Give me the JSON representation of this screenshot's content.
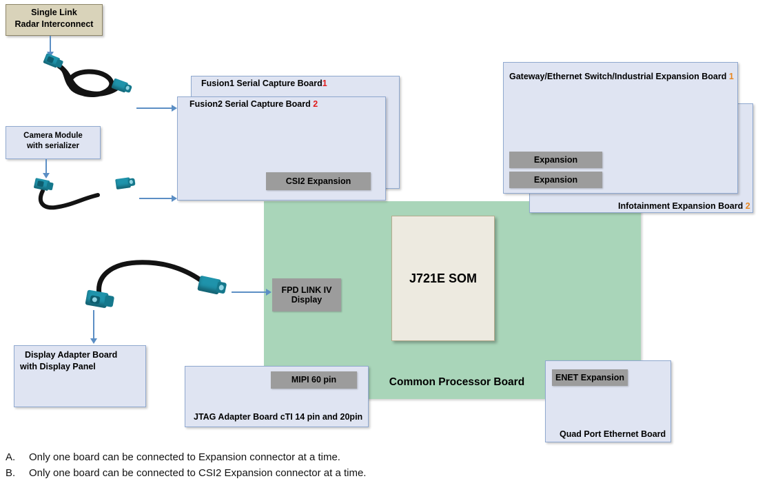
{
  "diagram": {
    "title": "J721E Common Processor Board system block diagram",
    "colors": {
      "board_blue": "#dfe4f2",
      "board_blue_border": "#8fa8cf",
      "board_tan": "#d9d3ba",
      "board_tan_border": "#8c8466",
      "processor_board_green": "#a9d5b9",
      "som_cream": "#edeae0",
      "connector_chip_grey": "#9c9c9c",
      "arrow_blue": "#5b8ec4",
      "marker_red": "#e01b1b",
      "marker_orange": "#e8861f",
      "fakra_connector_teal": "#1f93ab",
      "cable_black": "#131313"
    },
    "boards": {
      "radar_interconnect": {
        "line1": "Single Link",
        "line2": "Radar Interconnect"
      },
      "camera_module": {
        "line1": "Camera Module",
        "line2": "with serializer"
      },
      "fusion1": {
        "label": "Fusion1 Serial Capture Board",
        "marker": "1"
      },
      "fusion2": {
        "label": "Fusion2 Serial Capture Board",
        "marker": "2"
      },
      "gateway": {
        "label": "Gateway/Ethernet Switch/Industrial Expansion Board",
        "marker": "1"
      },
      "infotainment": {
        "label": "Infotainment Expansion Board",
        "marker": "2"
      },
      "common_processor_board": {
        "label": "Common Processor Board"
      },
      "som": {
        "label": "J721E SOM"
      },
      "display_adapter": {
        "line1": "Display Adapter Board",
        "line2": "with Display Panel"
      },
      "jtag_adapter": {
        "label": "JTAG Adapter Board  cTI 14 pin and 20pin"
      },
      "quad_port_ethernet": {
        "label": "Quad Port Ethernet Board"
      }
    },
    "connectors": {
      "csi2_expansion": "CSI2 Expansion",
      "expansion_1": "Expansion",
      "expansion_2": "Expansion",
      "fpd_link_display_line1": "FPD LINK IV",
      "fpd_link_display_line2": "Display",
      "mipi_60_pin": "MIPI 60 pin",
      "enet_expansion": "ENET Expansion"
    },
    "notes": [
      {
        "key": "A.",
        "text": "Only one board can be connected to Expansion connector at a time."
      },
      {
        "key": "B.",
        "text": "Only one board can be connected to CSI2 Expansion connector at a time."
      }
    ]
  }
}
